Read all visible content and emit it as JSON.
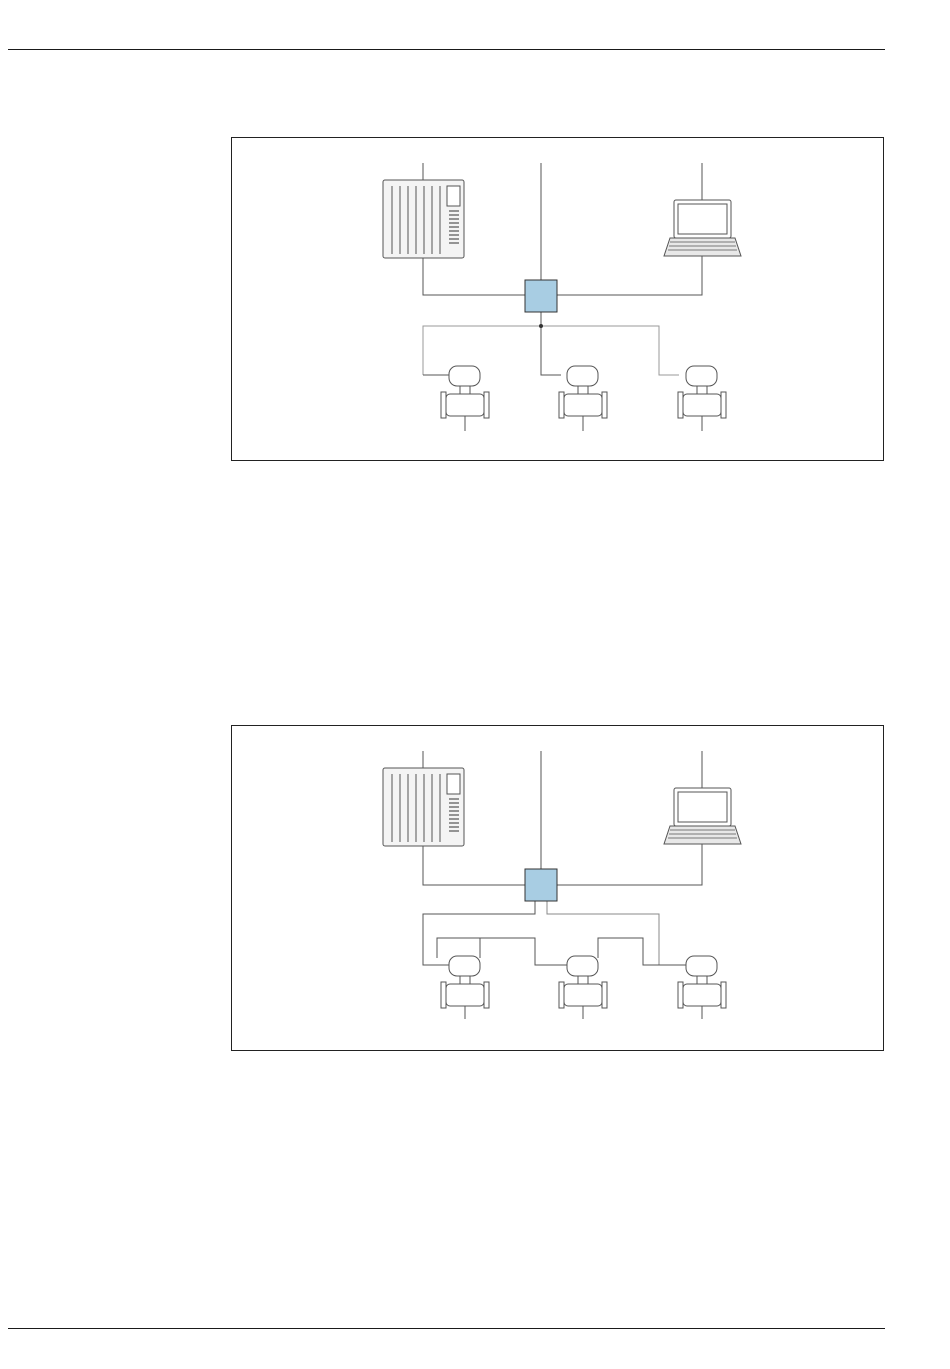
{
  "document": {
    "figures": [
      {
        "topology": "star",
        "nodes": [
          "automation-system",
          "switch",
          "computer",
          "device-1",
          "device-2",
          "device-3"
        ],
        "switch_color": "#a8cde3"
      },
      {
        "topology": "ring",
        "nodes": [
          "automation-system",
          "switch",
          "computer",
          "device-1",
          "device-2",
          "device-3"
        ],
        "switch_color": "#a8cde3"
      }
    ]
  }
}
